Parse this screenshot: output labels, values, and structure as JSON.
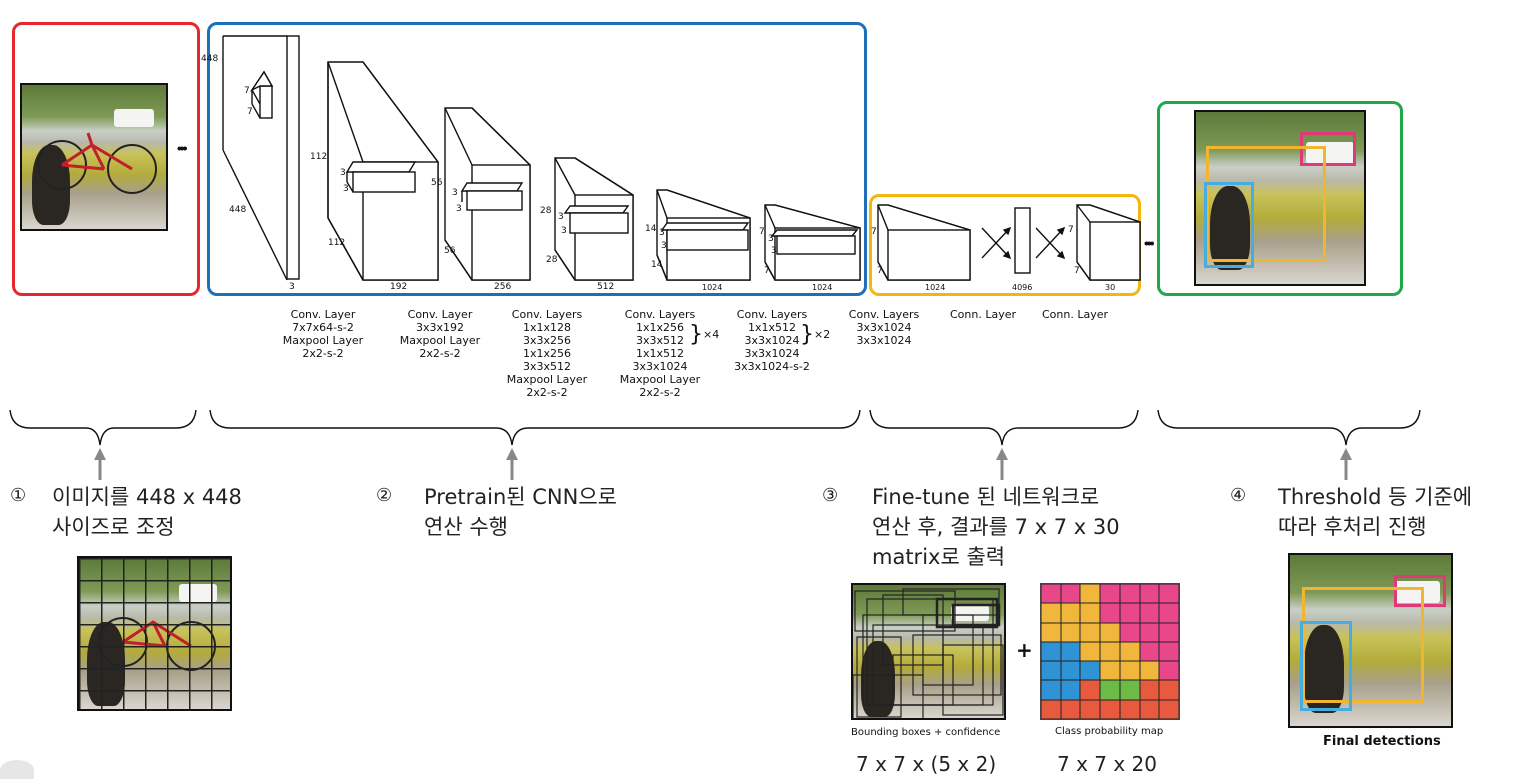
{
  "network": {
    "dims": {
      "input_448_top": "448",
      "input_448_side": "448",
      "input_3": "3",
      "k7a": "7",
      "k7b": "7",
      "c1_112a": "112",
      "c1_112b": "112",
      "c1_k3a": "3",
      "c1_k3b": "3",
      "c1_192": "192",
      "c2_56a": "56",
      "c2_56b": "56",
      "c2_k3a": "3",
      "c2_k3b": "3",
      "c2_256": "256",
      "c3_28a": "28",
      "c3_28b": "28",
      "c3_k3a": "3",
      "c3_k3b": "3",
      "c3_512": "512",
      "c4_14a": "14",
      "c4_14b": "14",
      "c4_k3a": "3",
      "c4_k3b": "3",
      "c4_1024": "1024",
      "c5_7a": "7",
      "c5_7b": "7",
      "c5_k3a": "3",
      "c5_k3b": "3",
      "c5_1024": "1024",
      "c6_7a": "7",
      "c6_7b": "7",
      "c6_1024": "1024",
      "fc_4096": "4096",
      "out_7a": "7",
      "out_7b": "7",
      "out_30": "30"
    },
    "layer_labels": [
      [
        "Conv. Layer",
        "7x7x64-s-2",
        "Maxpool Layer",
        "2x2-s-2"
      ],
      [
        "Conv. Layer",
        "3x3x192",
        "Maxpool Layer",
        "2x2-s-2"
      ],
      [
        "Conv. Layers",
        "1x1x128",
        "3x3x256",
        "1x1x256",
        "3x3x512",
        "Maxpool Layer",
        "2x2-s-2"
      ],
      [
        "Conv. Layers",
        "1x1x256",
        "3x3x512",
        "1x1x512",
        "3x3x1024",
        "Maxpool Layer",
        "2x2-s-2"
      ],
      [
        "Conv. Layers",
        "1x1x512",
        "3x3x1024",
        "3x3x1024",
        "3x3x1024-s-2"
      ],
      [
        "Conv. Layers",
        "3x3x1024",
        "3x3x1024"
      ],
      [
        "Conn. Layer"
      ],
      [
        "Conn. Layer"
      ]
    ],
    "repeat_x4": "×4",
    "repeat_x2": "×2",
    "ellipsis": "• • •"
  },
  "steps": [
    {
      "num": "①",
      "lines": [
        "이미지를 448 x 448",
        "사이즈로 조정"
      ]
    },
    {
      "num": "②",
      "lines": [
        "Pretrain된 CNN으로",
        "연산 수행"
      ]
    },
    {
      "num": "③",
      "lines": [
        "Fine-tune 된 네트워크로",
        "연산 후, 결과를 7 x 7 x 30",
        "matrix로 출력"
      ]
    },
    {
      "num": "④",
      "lines": [
        "Threshold 등 기준에",
        "따라 후처리 진행"
      ]
    }
  ],
  "outputs": {
    "bbox_caption": "Bounding boxes + confidence",
    "class_caption": "Class probability map",
    "final_caption": "Final detections",
    "plus": "+",
    "bbox_formula": "7 x 7 x (5 x 2)",
    "class_formula": "7 x 7 x 20"
  },
  "colors": {
    "stage1": "#e8262d",
    "stage2": "#1f6fb8",
    "stage3": "#f3b60e",
    "stage4": "#1fa84a",
    "detect_pink": "#e0397a",
    "detect_yellow": "#f2b531",
    "detect_blue": "#45aee0"
  },
  "class_map": {
    "grid": [
      [
        "p",
        "p",
        "y",
        "p",
        "p",
        "p",
        "p"
      ],
      [
        "y",
        "y",
        "y",
        "p",
        "p",
        "p",
        "p"
      ],
      [
        "y",
        "y",
        "y",
        "y",
        "p",
        "p",
        "p"
      ],
      [
        "b",
        "b",
        "y",
        "y",
        "y",
        "p",
        "p"
      ],
      [
        "b",
        "b",
        "b",
        "y",
        "y",
        "y",
        "p"
      ],
      [
        "b",
        "b",
        "o",
        "g",
        "g",
        "o",
        "o"
      ],
      [
        "o",
        "o",
        "o",
        "o",
        "o",
        "o",
        "o"
      ]
    ],
    "palette": {
      "p": "#e8488a",
      "y": "#f0b73c",
      "b": "#2f93d6",
      "g": "#6cbb47",
      "o": "#e85a3e"
    }
  }
}
